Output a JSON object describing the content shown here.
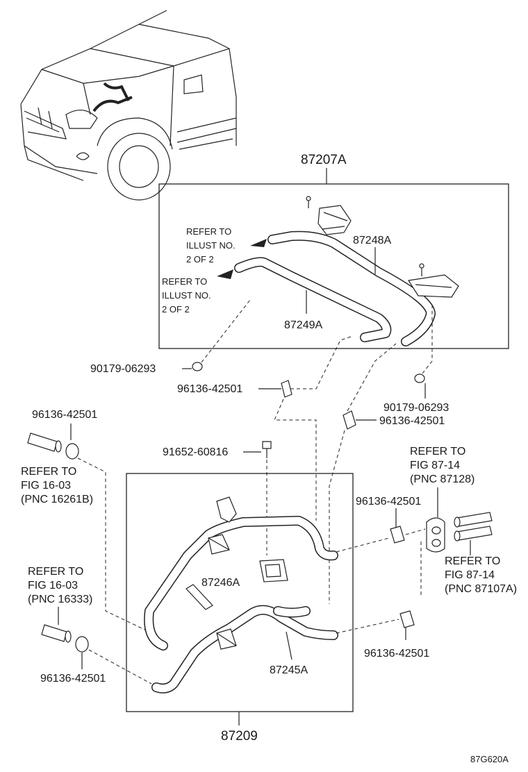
{
  "callouts": {
    "assy_top": "87207A",
    "hose_upper": "87248A",
    "hose_lower": "87249A",
    "assy_bottom": "87209",
    "hose_246": "87246A",
    "hose_245": "87245A",
    "grommet_left": "90179-06293",
    "grommet_right": "90179-06293",
    "clip_center": "96136-42501",
    "clip_right_upper": "96136-42501",
    "clip_left_upper": "96136-42501",
    "clip_left_lower": "96136-42501",
    "clip_right_mid": "96136-42501",
    "clip_right_lower": "96136-42501",
    "bolt": "91652-60816"
  },
  "refs": {
    "illust_a": [
      "REFER TO",
      "ILLUST NO.",
      "2 OF 2"
    ],
    "illust_b": [
      "REFER TO",
      "ILLUST NO.",
      "2 OF 2"
    ],
    "fig16_a": [
      "REFER TO",
      "FIG 16-03",
      "(PNC 16261B)"
    ],
    "fig16_b": [
      "REFER TO",
      "FIG 16-03",
      "(PNC 16333)"
    ],
    "fig87_a": [
      "REFER TO",
      "FIG 87-14",
      "(PNC 87128)"
    ],
    "fig87_b": [
      "REFER TO",
      "FIG 87-14",
      "(PNC 87107A)"
    ]
  },
  "figure_id": "87G620A"
}
